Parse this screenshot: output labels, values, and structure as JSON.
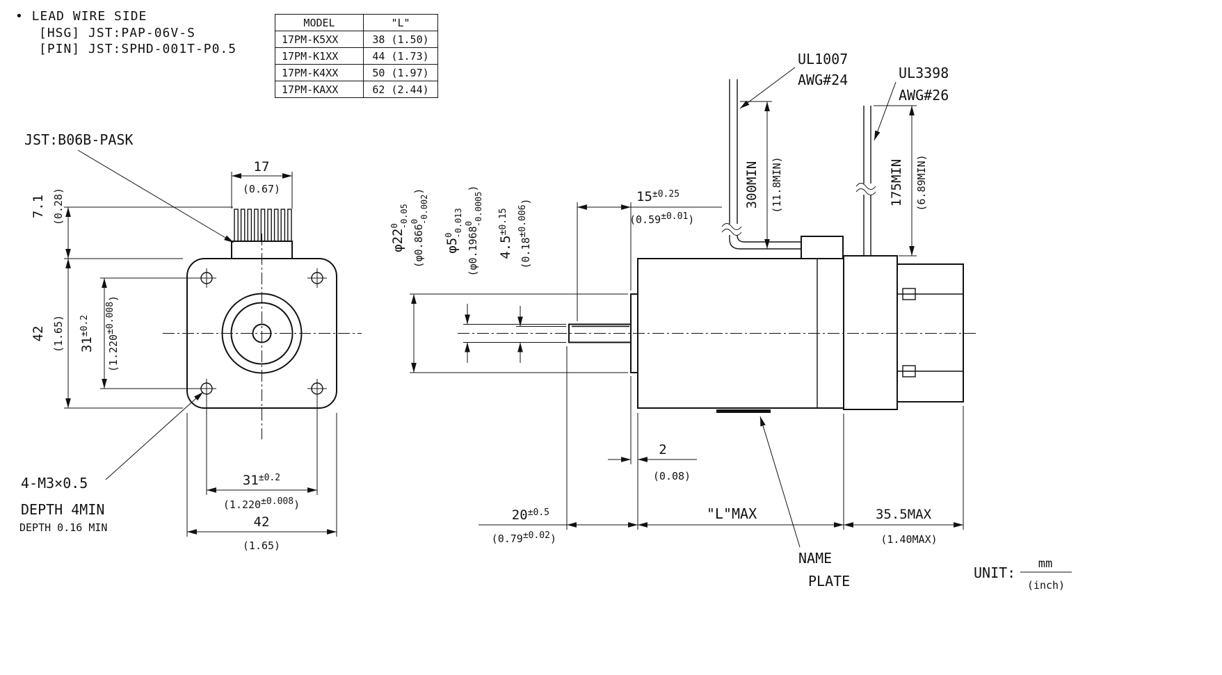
{
  "notes": {
    "line1": "• LEAD WIRE SIDE",
    "line2": "[HSG] JST:PAP-06V-S",
    "line3": "[PIN] JST:SPHD-001T-P0.5"
  },
  "spec_table": {
    "header": {
      "model": "MODEL",
      "l": "\"L\""
    },
    "rows": [
      {
        "model": "17PM-K5XX",
        "l": "38 (1.50)"
      },
      {
        "model": "17PM-K1XX",
        "l": "44 (1.73)"
      },
      {
        "model": "17PM-K4XX",
        "l": "50 (1.97)"
      },
      {
        "model": "17PM-KAXX",
        "l": "62 (2.44)"
      }
    ]
  },
  "front": {
    "connector_label": "JST:B06B-PASK",
    "dim17": {
      "mm": "17",
      "in": "(0.67)"
    },
    "dim71": {
      "mm": "7.1",
      "in": "(0.28)"
    },
    "dim42v": {
      "mm": "42",
      "in": "(1.65)"
    },
    "dim31v": {
      "mm": "31",
      "mm_tol": "±0.2",
      "in_open": "(1.220",
      "in_tol": "±0.008",
      "in_close": ")"
    },
    "dim31h": {
      "mm": "31",
      "mm_tol": "±0.2",
      "in_open": "(1.220",
      "in_tol": "±0.008",
      "in_close": ")"
    },
    "dim42h": {
      "mm": "42",
      "in": "(1.65)"
    },
    "screw_note1": "4-M3×0.5",
    "screw_note2": "DEPTH 4MIN",
    "screw_note3": "DEPTH 0.16 MIN"
  },
  "side": {
    "dia22": {
      "mm": "φ22",
      "mm_up": "0",
      "mm_low": "-0.05",
      "in_open": "(φ0.866",
      "in_up": "0",
      "in_low": "-0.002",
      "in_close": ")"
    },
    "dia5": {
      "mm": "φ5",
      "mm_up": "0",
      "mm_low": "-0.013",
      "in_open": "(φ0.1968",
      "in_up": "0",
      "in_low": "-0.0005",
      "in_close": ")"
    },
    "dim45": {
      "mm": "4.5",
      "mm_tol": "±0.15",
      "in_open": "(0.18",
      "in_tol": "±0.006",
      "in_close": ")"
    },
    "dim15": {
      "mm": "15",
      "mm_tol": "±0.25",
      "in_open": "(0.59",
      "in_tol": "±0.01",
      "in_close": ")"
    },
    "dim2": {
      "mm": "2",
      "in": "(0.08)"
    },
    "dim20": {
      "mm": "20",
      "mm_tol": "±0.5",
      "in_open": "(0.79",
      "in_tol": "±0.02",
      "in_close": ")"
    },
    "dimL": {
      "mm": "\"L\"MAX"
    },
    "dim355": {
      "mm": "35.5MAX",
      "in": "(1.40MAX)"
    },
    "dim300": {
      "mm": "300MIN",
      "in": "(11.8MIN)"
    },
    "dim175": {
      "mm": "175MIN",
      "in": "(6.89MIN)"
    },
    "wire1_label": {
      "line1": "UL1007",
      "line2": "AWG#24"
    },
    "wire2_label": {
      "line1": "UL3398",
      "line2": "AWG#26"
    },
    "name_plate": {
      "line1": "NAME",
      "line2": "PLATE"
    }
  },
  "unit": {
    "label": "UNIT:",
    "mm": "mm",
    "inch": "(inch)"
  }
}
